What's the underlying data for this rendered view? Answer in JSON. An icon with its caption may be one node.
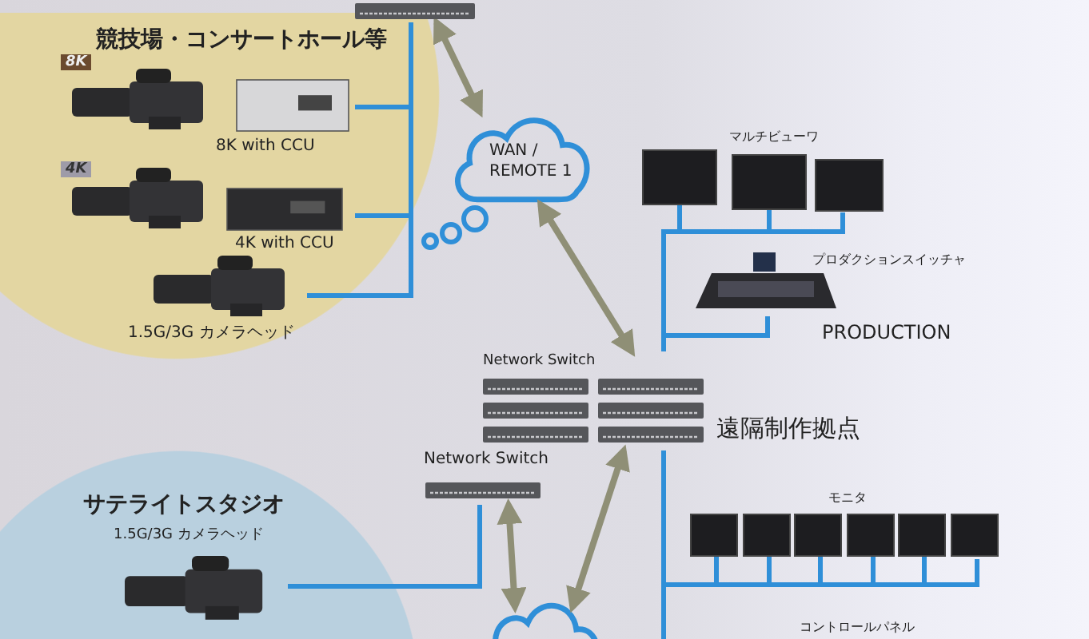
{
  "diagram": {
    "nodes": [
      {
        "text": [
          "競技場・コンサートホール等"
        ]
      },
      {
        "text": [
          "8K with CCU"
        ],
        "in": 0
      },
      {
        "text": [
          "4K with CCU"
        ],
        "in": 0
      },
      {
        "text": [
          "1.5G/3G カメラヘッド"
        ],
        "in": 0
      },
      {
        "text": [],
        "shape": "picture"
      },
      {
        "text": [
          "WAN / REMOTE 1"
        ]
      },
      {
        "text": [
          "Network Switch"
        ]
      },
      {
        "text": [
          "マルチビューワ"
        ]
      },
      {
        "text": [
          "プロダクションスイッチャ"
        ]
      },
      {
        "text": [
          "モニタ"
        ]
      },
      {
        "text": [
          "サテライトスタジオ"
        ]
      },
      {
        "text": [
          "1.5G/3G カメラヘッド"
        ],
        "in": 10
      },
      {
        "text": [
          "Network Switch"
        ]
      },
      {
        "text": [],
        "shape": "cloud"
      }
    ],
    "edges": [
      {
        "from": 1,
        "to": 4,
        "arrow": "none"
      },
      {
        "from": 2,
        "to": 4,
        "arrow": "none"
      },
      {
        "from": 3,
        "to": 4,
        "arrow": "none"
      },
      {
        "from": 4,
        "to": 5,
        "arrow": "both",
        "color": "#8f8f76"
      },
      {
        "from": 5,
        "to": 6,
        "arrow": "both",
        "color": "#8f8f76"
      },
      {
        "from": 6,
        "to": 7,
        "arrow": "none"
      },
      {
        "from": 6,
        "to": 8,
        "arrow": "none"
      },
      {
        "from": 6,
        "to": 9,
        "arrow": "none"
      },
      {
        "from": 11,
        "to": 12,
        "arrow": "none"
      },
      {
        "from": 12,
        "to": 13,
        "arrow": "both",
        "color": "#8f8f76"
      },
      {
        "from": 13,
        "to": 6,
        "arrow": "both",
        "color": "#8f8f76"
      }
    ],
    "labels": [
      "8K",
      "4K",
      "遠隔制作拠点",
      "PRODUCTION",
      "コントロールパネル"
    ]
  }
}
